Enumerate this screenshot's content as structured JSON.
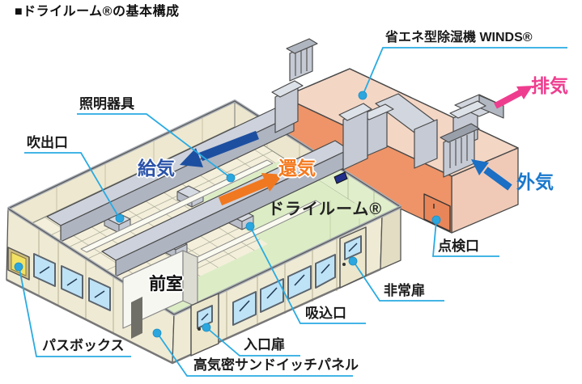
{
  "title": "■ドライルーム®の基本構成",
  "diagram": {
    "labels": {
      "lighting": "照明器具",
      "blowout": "吹出口",
      "supply_air": "給気",
      "return_air": "還気",
      "dry_room": "ドライルーム®",
      "dehumidifier": "省エネ型除湿機 WINDS®",
      "exhaust": "排気",
      "outside_air": "外気",
      "inspection_port": "点検口",
      "emergency_door": "非常扉",
      "anteroom": "前室",
      "suction_port": "吸込口",
      "entrance_door": "入口扉",
      "pass_box": "パスボックス",
      "panel": "高気密サンドイッチパネル"
    },
    "colors": {
      "leader": "#29abe2",
      "supply_arrow": "#1d4fa0",
      "return_arrow": "#f07820",
      "exhaust_arrow": "#ee3d8f",
      "outside_arrow": "#1b6fc4",
      "machine_front": "#ee9468",
      "machine_top": "#f4d6c5",
      "wall": "#efead4",
      "interior_green": "#dcedc6",
      "window_blue": "#bfe3f6",
      "duct_gray": "#c5cad4"
    }
  }
}
